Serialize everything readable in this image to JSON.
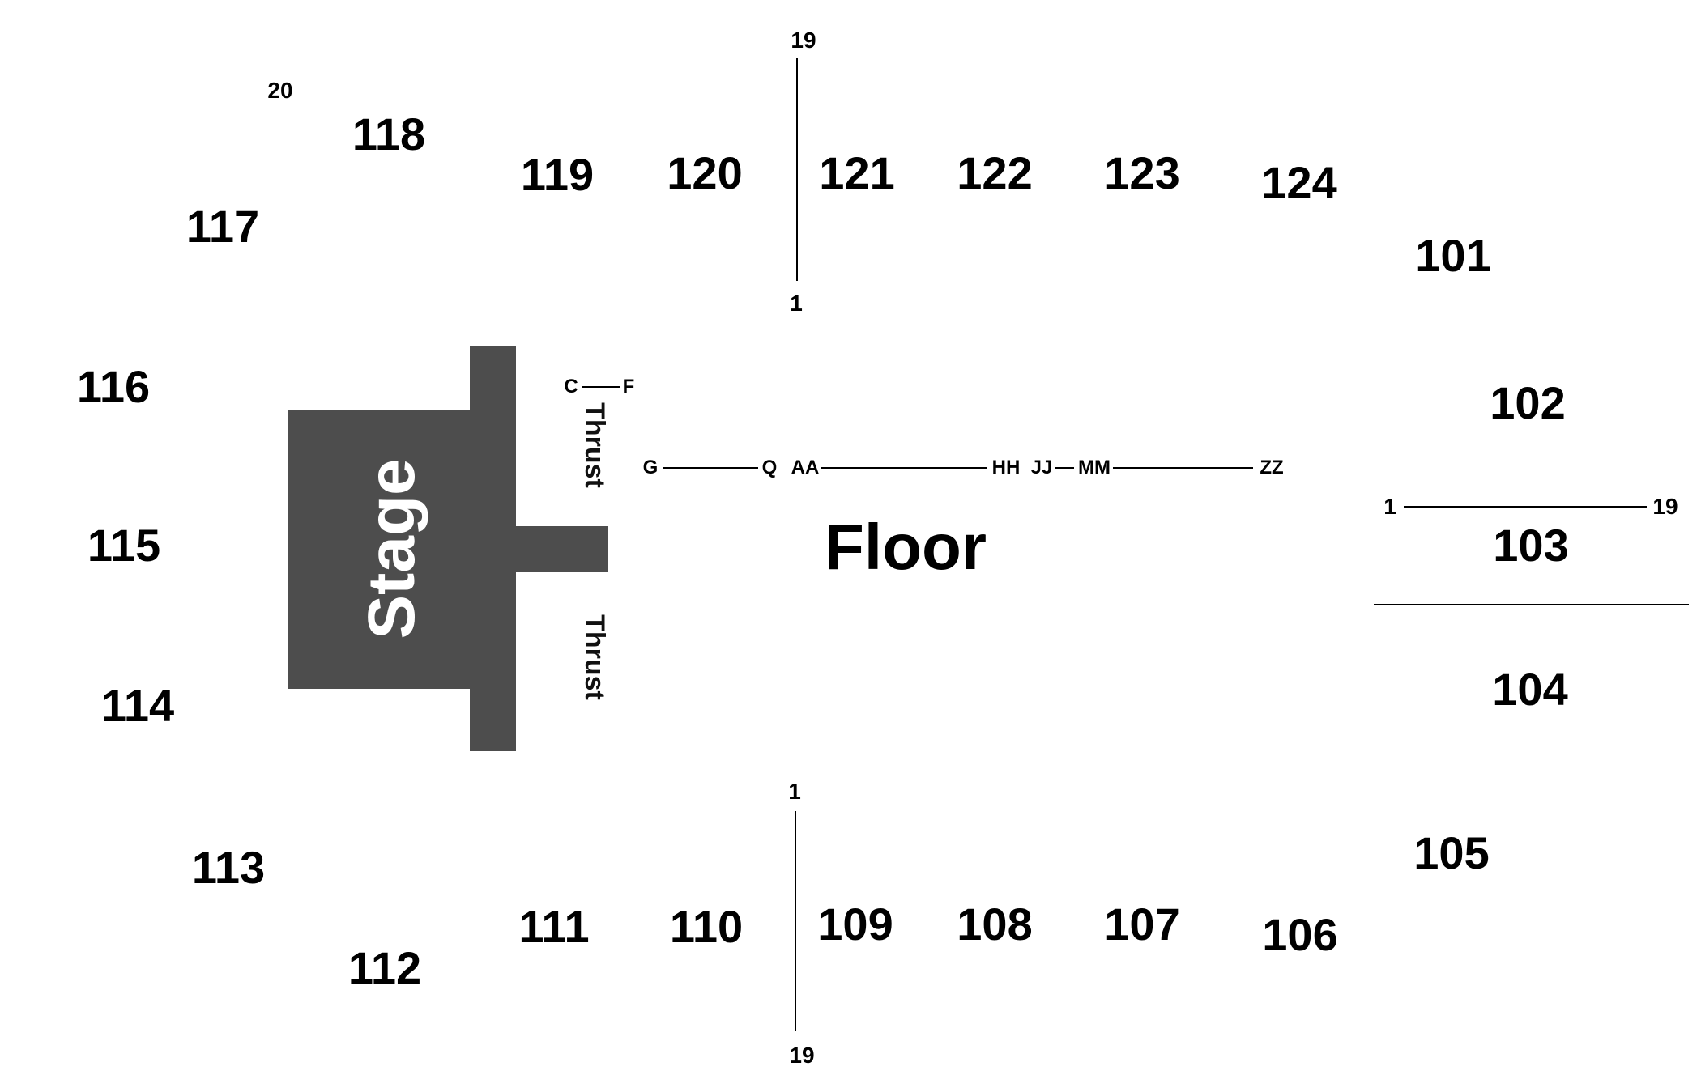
{
  "stage": {
    "label": "Stage",
    "color": "#4d4d4d"
  },
  "thrust": {
    "top_label": "Thrust",
    "bottom_label": "Thrust"
  },
  "floor": {
    "label": "Floor",
    "rows": [
      "C",
      "F",
      "G",
      "Q",
      "AA",
      "HH",
      "JJ",
      "MM",
      "ZZ"
    ]
  },
  "seat_numbers": {
    "top_left": "20",
    "top_upper": "19",
    "top_lower": "1",
    "bottom_upper": "1",
    "bottom_lower": "19",
    "right_left": "1",
    "right_right": "19"
  },
  "sections": {
    "s101": "101",
    "s102": "102",
    "s103": "103",
    "s104": "104",
    "s105": "105",
    "s106": "106",
    "s107": "107",
    "s108": "108",
    "s109": "109",
    "s110": "110",
    "s111": "111",
    "s112": "112",
    "s113": "113",
    "s114": "114",
    "s115": "115",
    "s116": "116",
    "s117": "117",
    "s118": "118",
    "s119": "119",
    "s120": "120",
    "s121": "121",
    "s122": "122",
    "s123": "123",
    "s124": "124"
  }
}
